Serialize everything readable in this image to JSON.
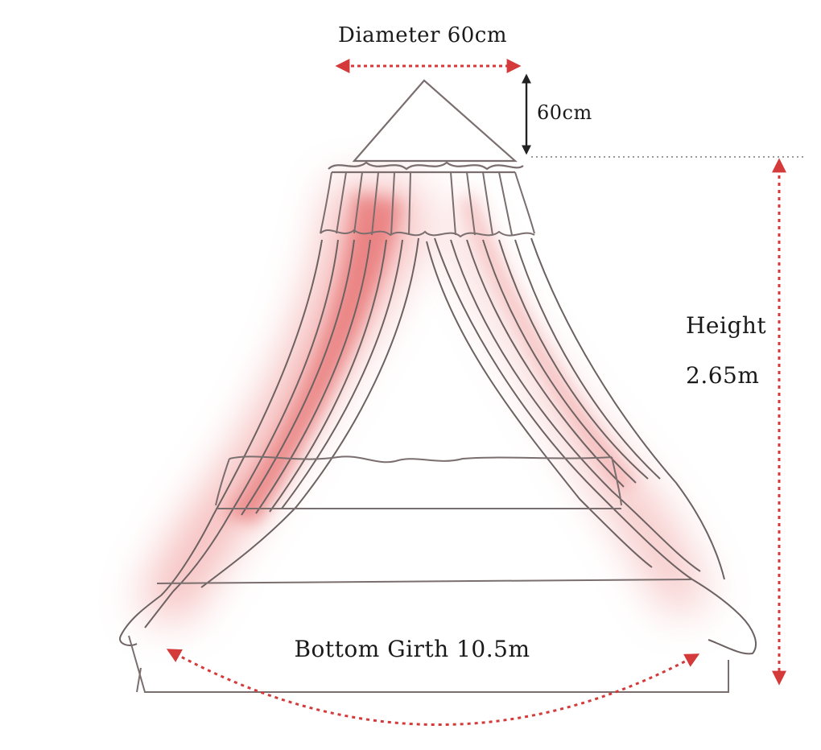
{
  "labels": {
    "diameter": "Diameter 60cm",
    "top_height": "60cm",
    "height_title": "Height",
    "height_value": "2.65m",
    "bottom_girth": "Bottom Girth 10.5m"
  },
  "colors": {
    "arrow_red": "#d43a3a",
    "arrow_dark": "#222222",
    "outline": "#7a6e6e",
    "fabric_pink": "#f0a0a0",
    "fabric_deep": "#e35a5a",
    "guide_gray": "#9a9a9a"
  }
}
